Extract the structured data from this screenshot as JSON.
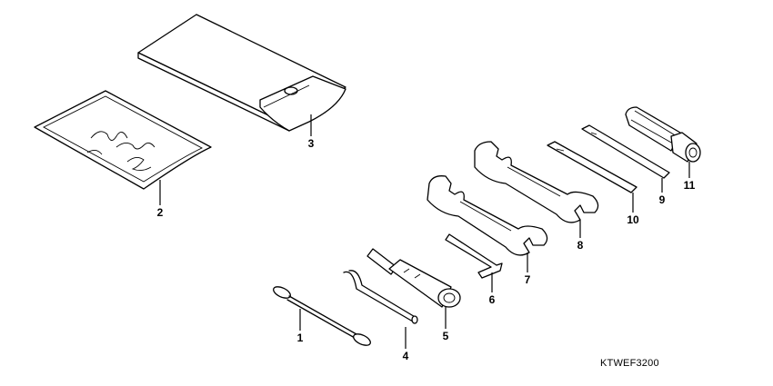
{
  "diagram": {
    "code": "KTWEF3200",
    "parts": [
      {
        "label": "1"
      },
      {
        "label": "2"
      },
      {
        "label": "3"
      },
      {
        "label": "4"
      },
      {
        "label": "5"
      },
      {
        "label": "6"
      },
      {
        "label": "7"
      },
      {
        "label": "8"
      },
      {
        "label": "9"
      },
      {
        "label": "10"
      },
      {
        "label": "11"
      }
    ]
  }
}
